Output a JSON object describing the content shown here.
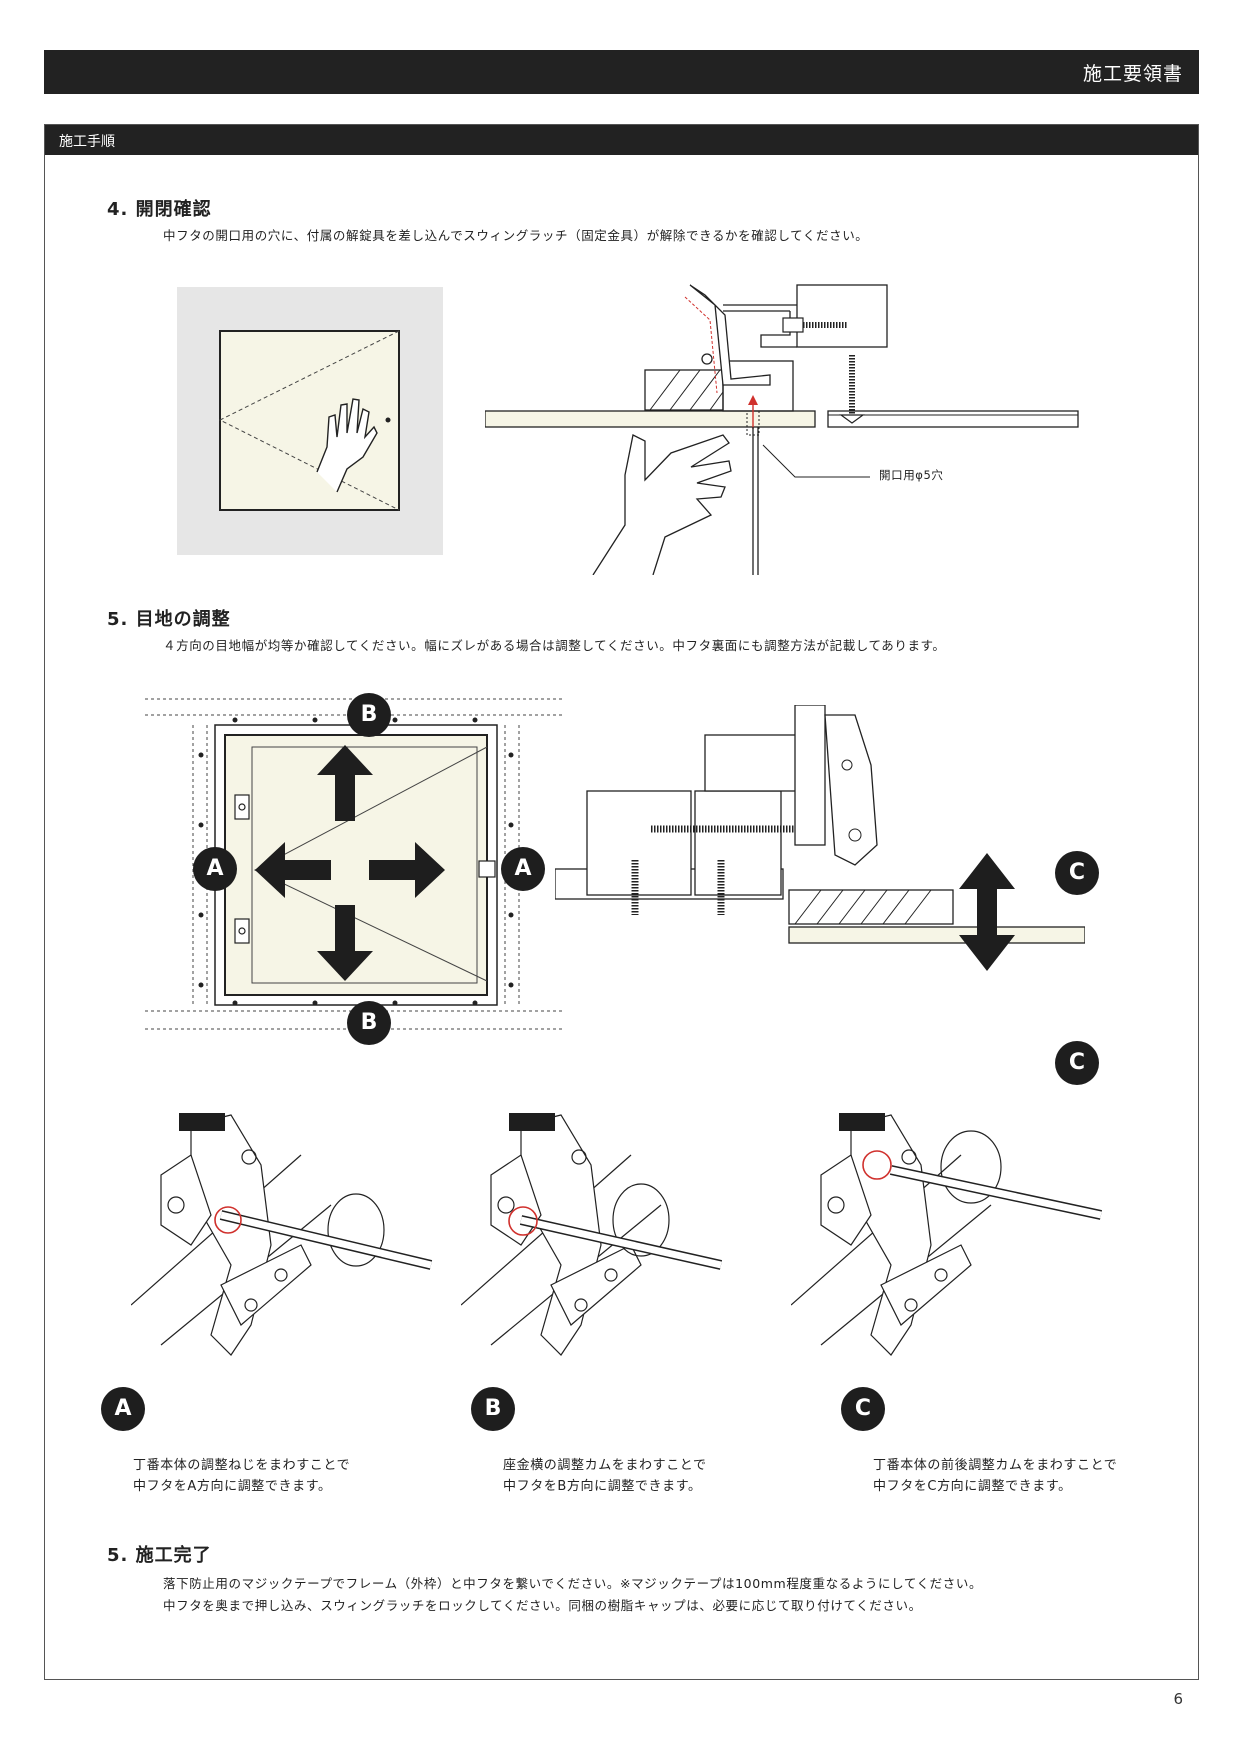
{
  "header": {
    "doc_title": "施工要領書"
  },
  "panel": {
    "title": "施工手順"
  },
  "sections": {
    "s4": {
      "title": "4. 開閉確認",
      "text": "中フタの開口用の穴に、付属の解錠具を差し込んでスウィングラッチ（固定金具）が解除できるかを確認してください。",
      "callout": "開口用φ5穴"
    },
    "s5": {
      "title": "5. 目地の調整",
      "text": "４方向の目地幅が均等か確認してください。幅にズレがある場合は調整してください。中フタ裏面にも調整方法が記載してあります。",
      "labels": {
        "a": "A",
        "b": "B",
        "c": "C"
      }
    },
    "steps": [
      {
        "label": "A",
        "line1": "丁番本体の調整ねじをまわすことで",
        "line2": "中フタをA方向に調整できます。"
      },
      {
        "label": "B",
        "line1": "座金横の調整カムをまわすことで",
        "line2": "中フタをB方向に調整できます。"
      },
      {
        "label": "C",
        "line1": "丁番本体の前後調整カムをまわすことで",
        "line2": "中フタをC方向に調整できます。"
      }
    ],
    "s6": {
      "title": "5. 施工完了",
      "line1": "落下防止用のマジックテープでフレーム（外枠）と中フタを繋いでください。※マジックテープは100mm程度重なるようにしてください。",
      "line2": "中フタを奥まで押し込み、スウィングラッチをロックしてください。同梱の樹脂キャップは、必要に応じて取り付けてください。"
    }
  },
  "colors": {
    "cream": "#f6f5e6",
    "dark": "#1e1e1e",
    "grey_bg": "#e6e6e6",
    "accent_red": "#d0312d"
  },
  "page_number": "6"
}
